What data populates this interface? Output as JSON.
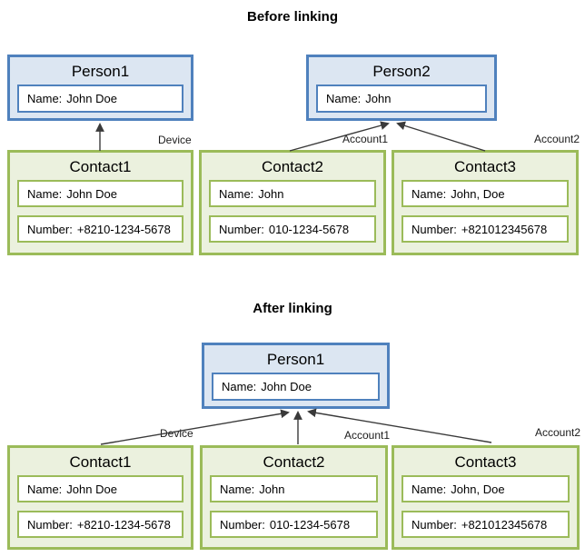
{
  "colors": {
    "person_border": "#4f81bd",
    "person_fill": "#dce6f2",
    "contact_border": "#9bbb59",
    "contact_fill": "#ebf1de",
    "field_background": "#ffffff",
    "arrow": "#3a3a3a",
    "text": "#000000"
  },
  "before": {
    "title": "Before linking",
    "persons": [
      {
        "title": "Person1",
        "fields": [
          {
            "label": "Name:",
            "value": "John Doe"
          }
        ]
      },
      {
        "title": "Person2",
        "fields": [
          {
            "label": "Name:",
            "value": "John"
          }
        ]
      }
    ],
    "contacts": [
      {
        "title": "Contact1",
        "tag": "Device",
        "fields": [
          {
            "label": "Name:",
            "value": "John Doe"
          },
          {
            "label": "Number:",
            "value": "+8210-1234-5678"
          }
        ]
      },
      {
        "title": "Contact2",
        "tag": "Account1",
        "fields": [
          {
            "label": "Name:",
            "value": "John"
          },
          {
            "label": "Number:",
            "value": "010-1234-5678"
          }
        ]
      },
      {
        "title": "Contact3",
        "tag": "Account2",
        "fields": [
          {
            "label": "Name:",
            "value": "John, Doe"
          },
          {
            "label": "Number:",
            "value": "+821012345678"
          }
        ]
      }
    ]
  },
  "after": {
    "title": "After linking",
    "persons": [
      {
        "title": "Person1",
        "fields": [
          {
            "label": "Name:",
            "value": "John Doe"
          }
        ]
      }
    ],
    "contacts": [
      {
        "title": "Contact1",
        "tag": "Device",
        "fields": [
          {
            "label": "Name:",
            "value": "John Doe"
          },
          {
            "label": "Number:",
            "value": "+8210-1234-5678"
          }
        ]
      },
      {
        "title": "Contact2",
        "tag": "Account1",
        "fields": [
          {
            "label": "Name:",
            "value": "John"
          },
          {
            "label": "Number:",
            "value": "010-1234-5678"
          }
        ]
      },
      {
        "title": "Contact3",
        "tag": "Account2",
        "fields": [
          {
            "label": "Name:",
            "value": "John, Doe"
          },
          {
            "label": "Number:",
            "value": "+821012345678"
          }
        ]
      }
    ]
  }
}
